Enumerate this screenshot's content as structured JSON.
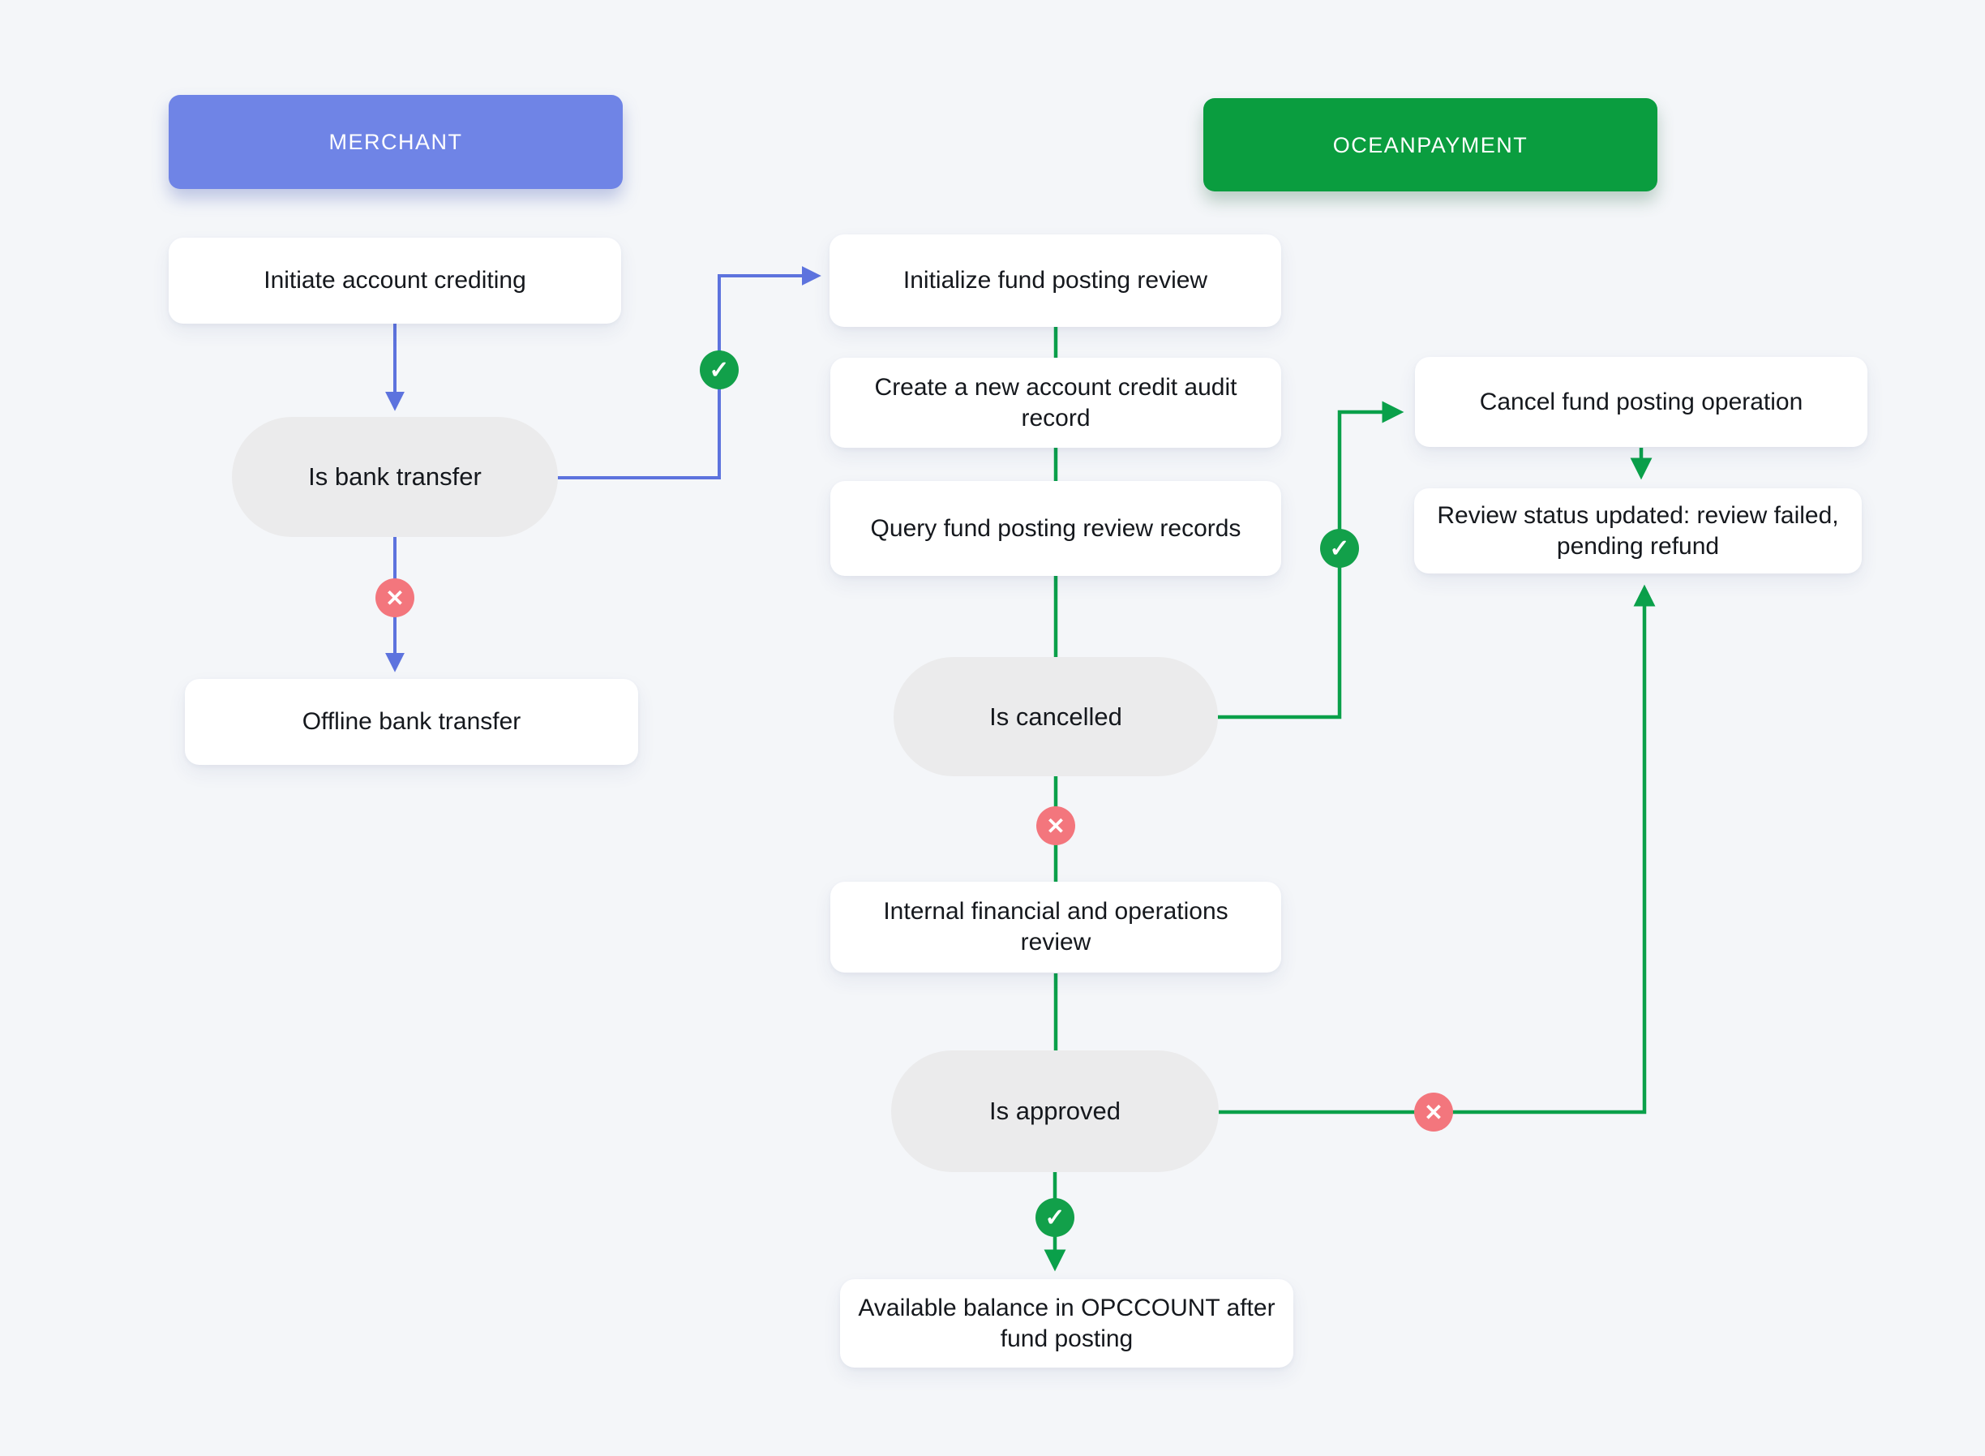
{
  "header": {
    "merchant": "MERCHANT",
    "oceanpayment": "OCEANPAYMENT"
  },
  "nodes": {
    "initiate": "Initiate account crediting",
    "is_bank_transfer": "Is bank transfer",
    "offline_bank_transfer": "Offline bank transfer",
    "initialize_review": "Initialize fund posting review",
    "create_audit": "Create a new account credit audit record",
    "query_records": "Query fund posting review records",
    "cancel_posting": "Cancel fund posting operation",
    "review_status": "Review status updated: review failed, pending refund",
    "is_cancelled": "Is cancelled",
    "internal_review": "Internal financial and operations review",
    "is_approved": "Is approved",
    "available_balance": "Available balance in OPCCOUNT after fund posting"
  },
  "icons": {
    "check": "✓",
    "cross": "✕"
  },
  "colors": {
    "background": "#f4f6f9",
    "merchant_blue": "#6f84e6",
    "ocean_green": "#0a9d3f",
    "connector_blue": "#5d73de",
    "connector_green": "#0aa04a",
    "badge_check_green": "#12a04a",
    "badge_cross_red": "#f3767d",
    "pill_gray": "#ebebec",
    "card_white": "#ffffff",
    "text": "#15181d"
  }
}
